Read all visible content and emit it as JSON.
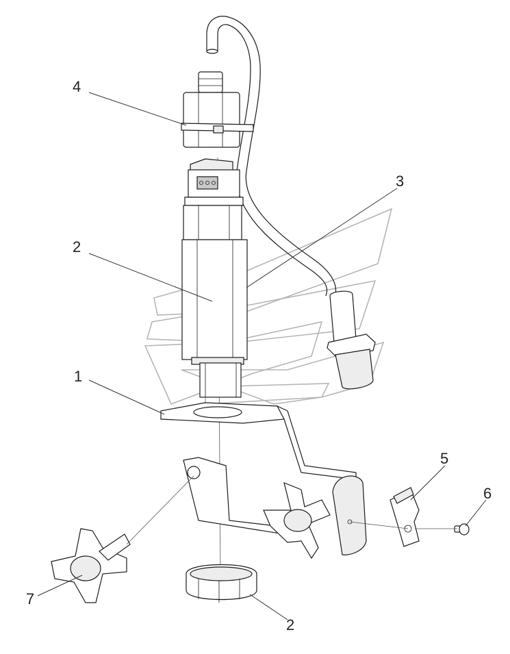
{
  "callouts": [
    {
      "id": "c4",
      "label": "4"
    },
    {
      "id": "c3",
      "label": "3"
    },
    {
      "id": "c2a",
      "label": "2"
    },
    {
      "id": "c1",
      "label": "1"
    },
    {
      "id": "c5",
      "label": "5"
    },
    {
      "id": "c6",
      "label": "6"
    },
    {
      "id": "c7",
      "label": "7"
    },
    {
      "id": "c2b",
      "label": "2"
    }
  ]
}
